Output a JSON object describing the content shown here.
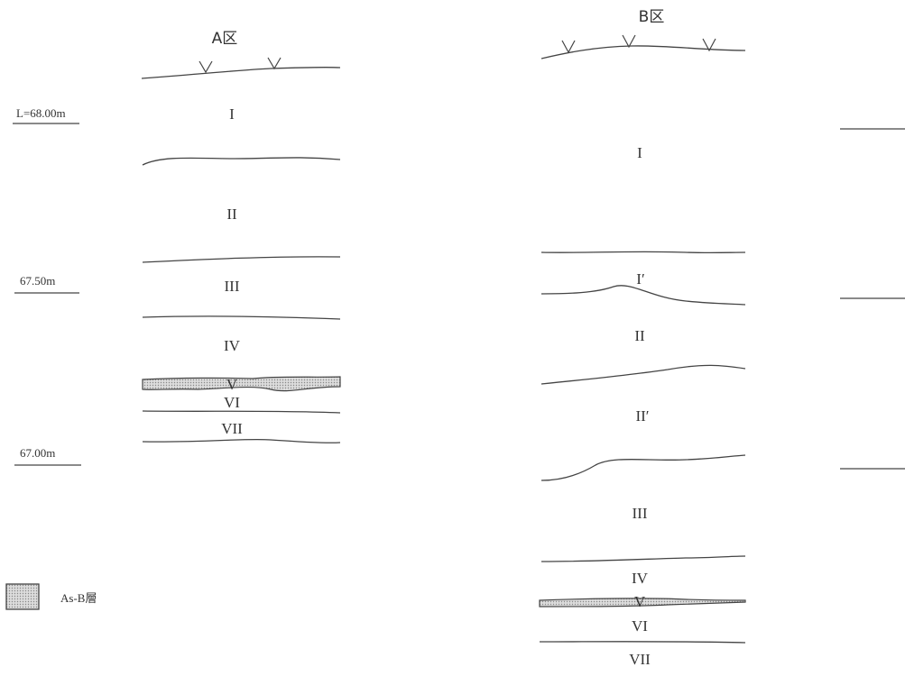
{
  "colors": {
    "ink": "#333333",
    "line": "#444444",
    "ash_fill": "#d4d4d4",
    "background": "#ffffff"
  },
  "elevation_scale": [
    {
      "label": "L=68.00m",
      "elevation_m": 68.0
    },
    {
      "label": "67.50m",
      "elevation_m": 67.5
    },
    {
      "label": "67.00m",
      "elevation_m": 67.0
    }
  ],
  "sections": [
    {
      "title": "A区",
      "layers": [
        "I",
        "II",
        "III",
        "IV",
        "V",
        "VI",
        "VII"
      ],
      "ash_layer": "V"
    },
    {
      "title": "B区",
      "layers": [
        "I",
        "I′",
        "II",
        "II′",
        "III",
        "IV",
        "V",
        "VI",
        "VII"
      ],
      "ash_layer": "V"
    }
  ],
  "legend": {
    "label": "As-B層",
    "swatch": "dotted-hatch"
  }
}
